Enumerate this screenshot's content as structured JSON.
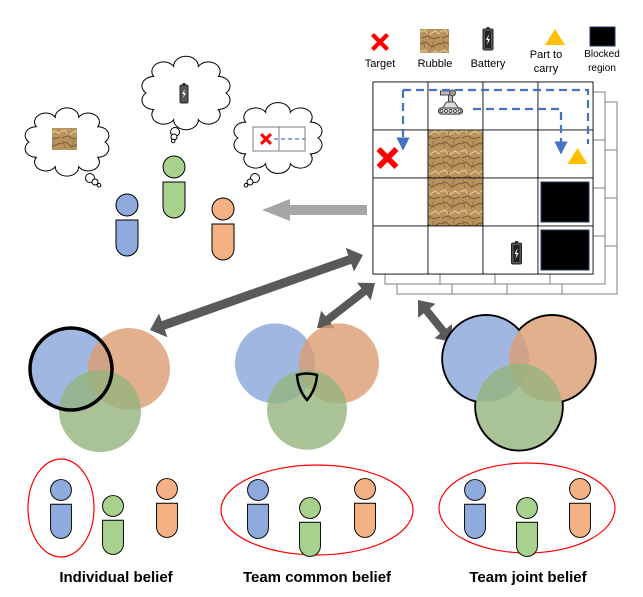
{
  "legend": {
    "items": [
      {
        "id": "target",
        "label": [
          "Target"
        ],
        "icon": "red-x-icon"
      },
      {
        "id": "rubble",
        "label": [
          "Rubble"
        ],
        "icon": "rubble-texture-icon"
      },
      {
        "id": "battery",
        "label": [
          "Battery"
        ],
        "icon": "battery-icon"
      },
      {
        "id": "part",
        "label": [
          "Part to",
          "carry"
        ],
        "icon": "yellow-triangle-icon"
      },
      {
        "id": "blocked",
        "label": [
          "Blocked",
          "region"
        ],
        "icon": "black-square-icon"
      }
    ]
  },
  "grid": {
    "rows": 4,
    "cols": 4,
    "cells": [
      [
        "empty",
        "robot",
        "empty",
        "empty"
      ],
      [
        "target",
        "rubble",
        "empty",
        "part"
      ],
      [
        "empty",
        "rubble",
        "empty",
        "blocked"
      ],
      [
        "empty",
        "empty",
        "battery",
        "blocked"
      ]
    ],
    "stack_layers": 3
  },
  "agents": [
    {
      "name": "blue",
      "color": "#8faadc",
      "thought": "rubble"
    },
    {
      "name": "green",
      "color": "#a9d18e",
      "thought": "battery"
    },
    {
      "name": "orange",
      "color": "#f4b183",
      "thought": "target-path"
    }
  ],
  "colors": {
    "blue": "#8faadc",
    "green": "#a9d18e",
    "orange": "#f4b183",
    "venn_blue": "#8faadc",
    "venn_orange": "#dc9c70",
    "venn_green": "#93b47d",
    "arrow": "#595959",
    "arrow_light": "#a6a6a6",
    "path": "#4472c4",
    "target": "#ff0000",
    "part": "#ffc000",
    "ellipse": "#ff0000"
  },
  "belief_types": [
    {
      "caption": "Individual belief",
      "highlight": "single-circle"
    },
    {
      "caption": "Team common belief",
      "highlight": "intersection"
    },
    {
      "caption": "Team joint belief",
      "highlight": "union"
    }
  ]
}
